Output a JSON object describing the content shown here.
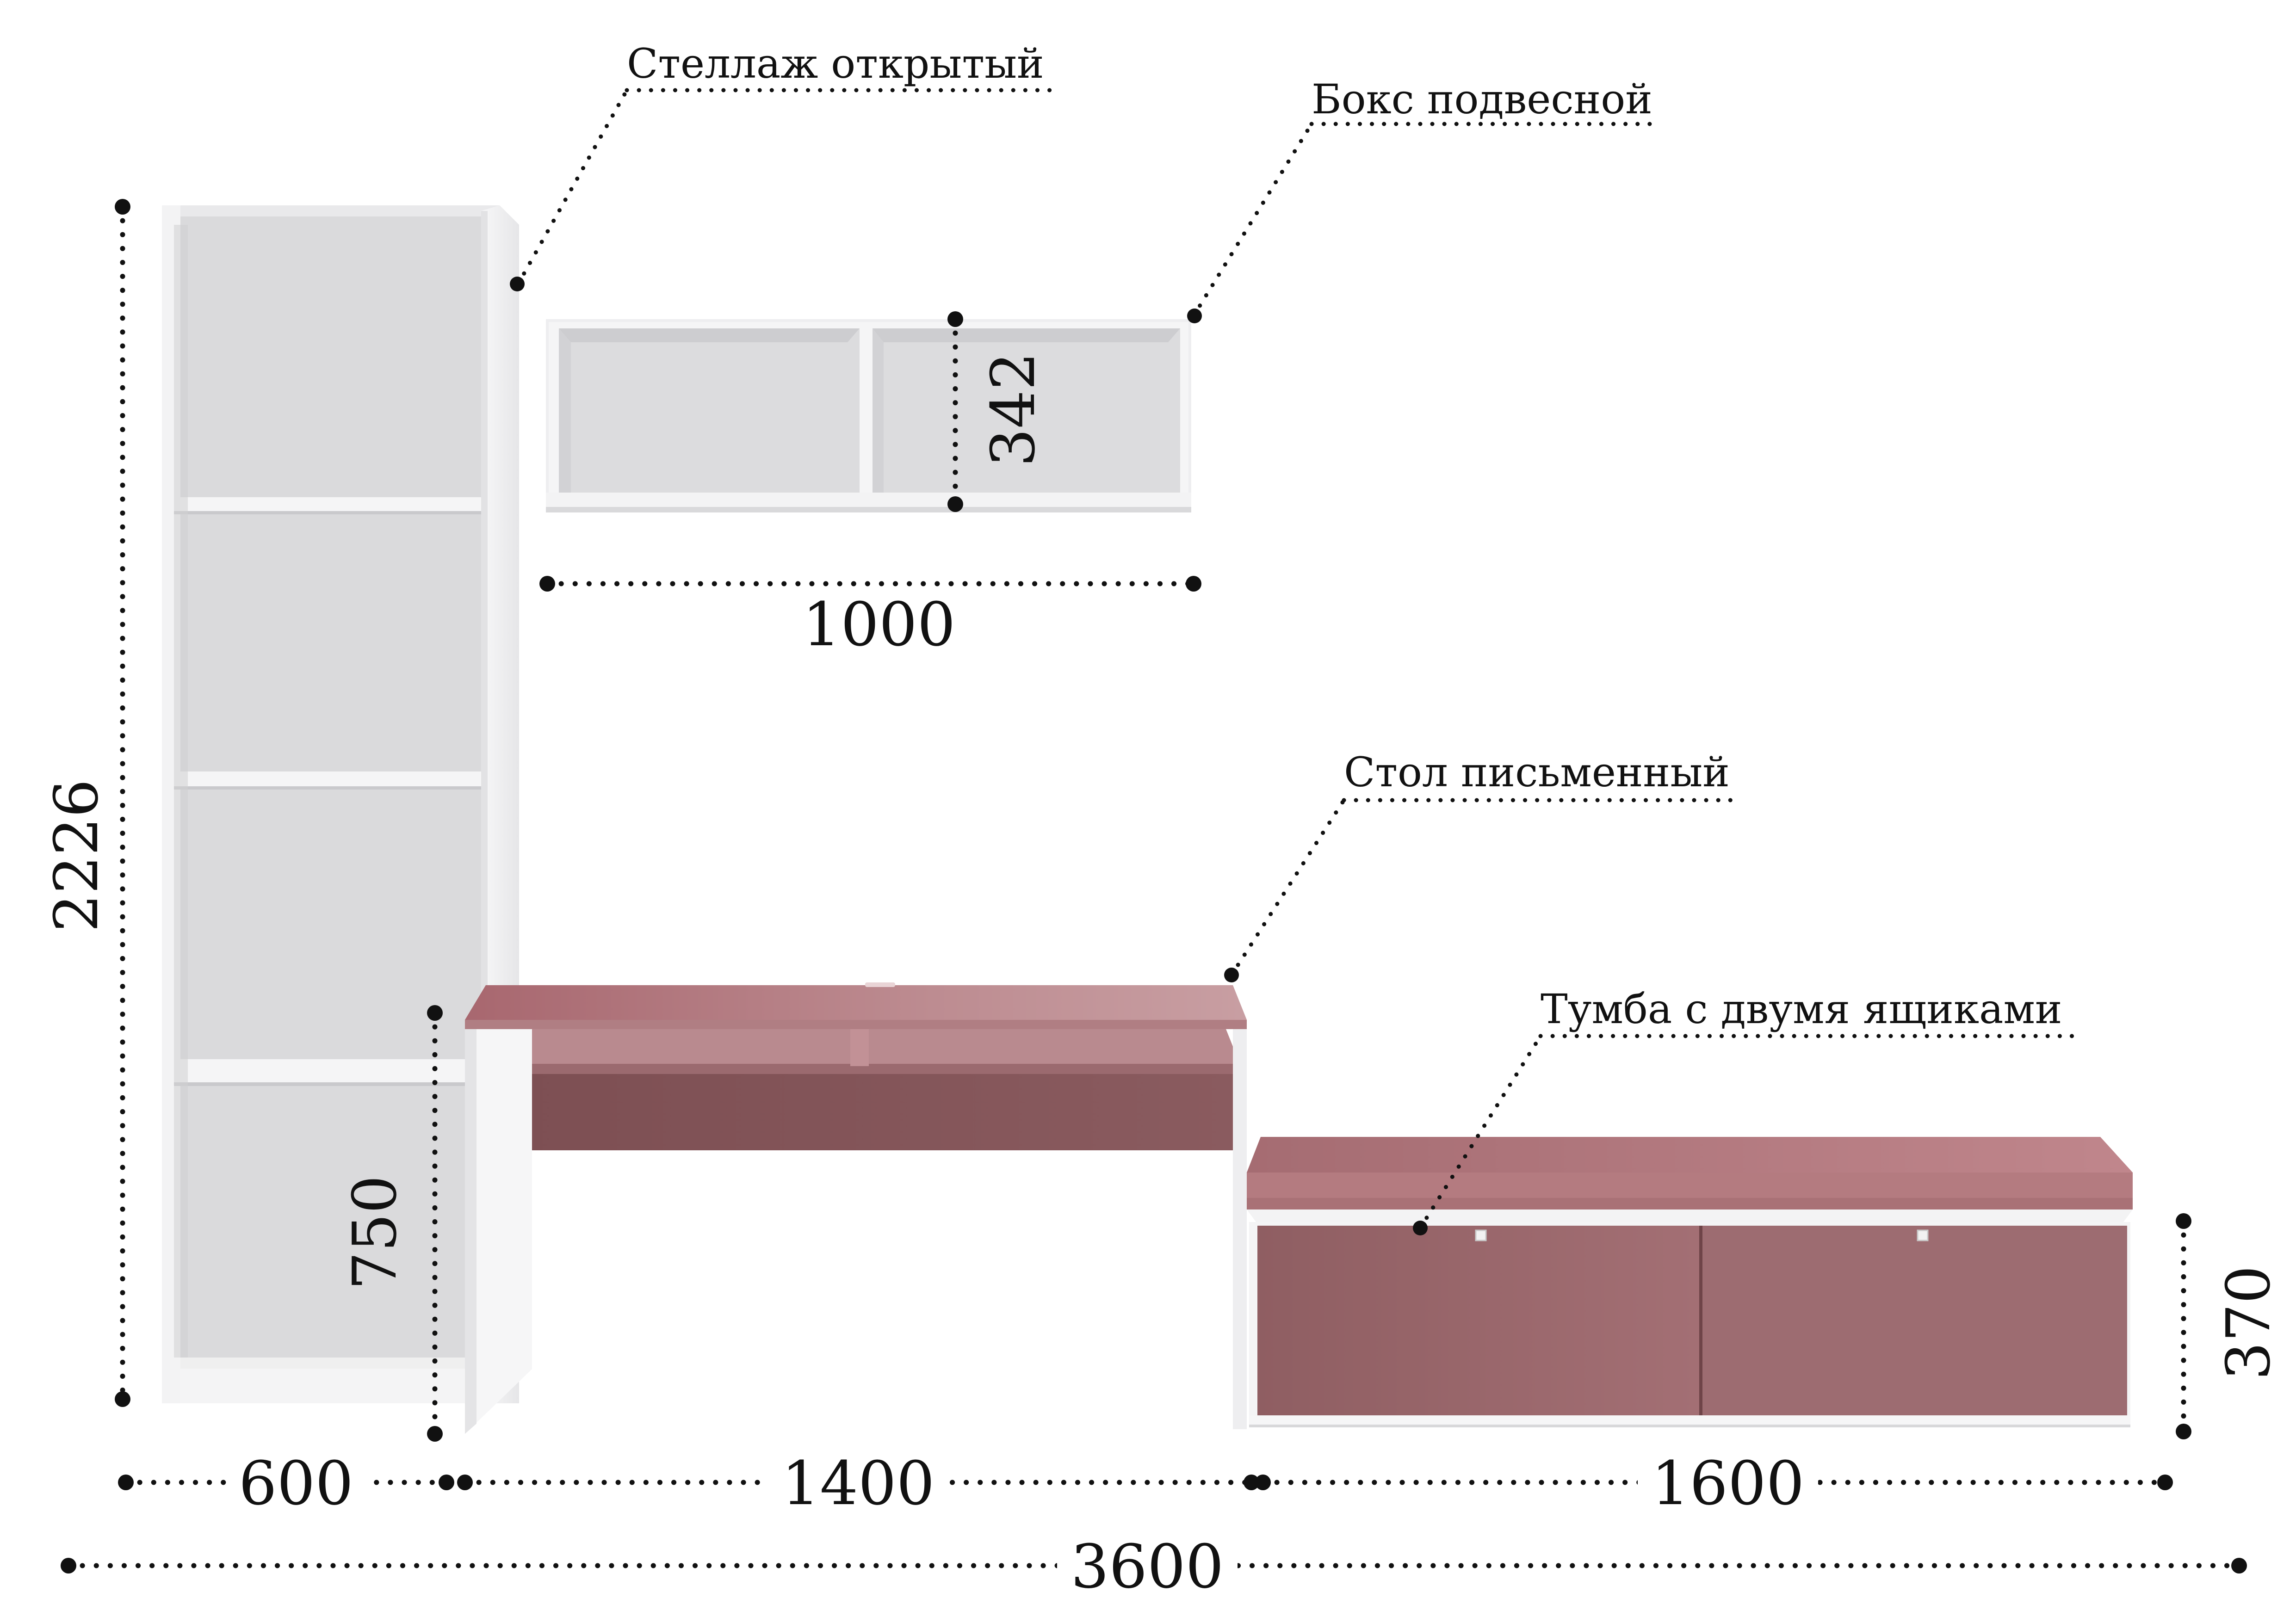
{
  "labels": {
    "shelf": "Стеллаж открытый",
    "box": "Бокс подвесной",
    "desk": "Стол письменный",
    "cabinet": "Тумба с двумя ящиками"
  },
  "dimensions": {
    "shelf_height": "2226",
    "shelf_width": "600",
    "box_height": "342",
    "box_width": "1000",
    "desk_height": "750",
    "desk_width": "1400",
    "cabinet_height": "370",
    "cabinet_width": "1600",
    "total_width": "3600"
  },
  "colors": {
    "carcass_white": "#f4f4f5",
    "interior_gray": "#dcdcde",
    "accent_rose": "#a3676d",
    "accent_rose_light": "#c0868b",
    "accent_rose_dark": "#7a4a4e",
    "annotation": "#111111"
  }
}
